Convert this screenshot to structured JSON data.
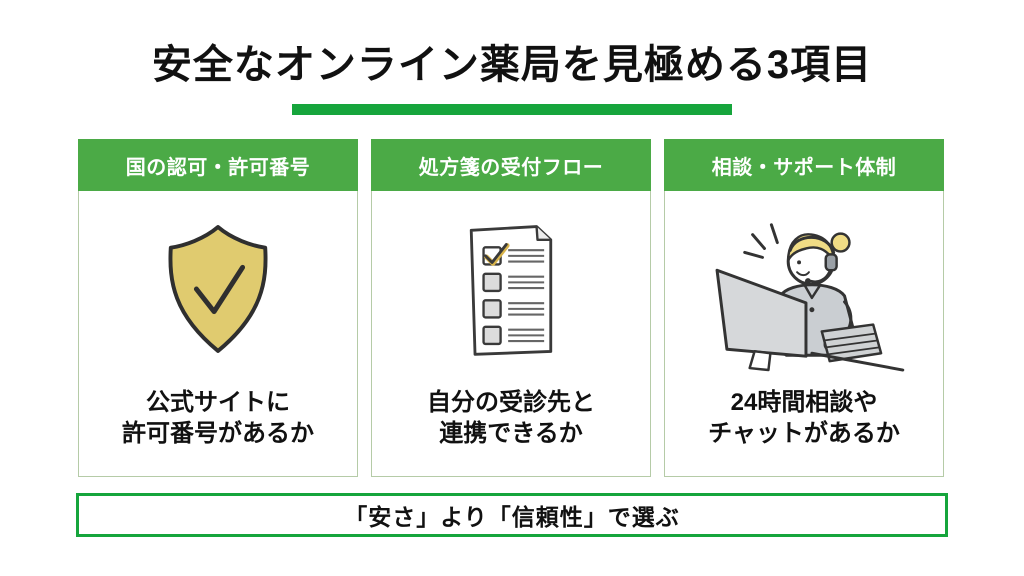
{
  "title": {
    "text": "安全なオンライン薬局を見極める3項目"
  },
  "colors": {
    "accent_green": "#16a53c",
    "header_green": "#4baa46",
    "card_border": "#b5cba7",
    "shield_gold": "#e0cb6f",
    "outline_dark": "#2f2f2f",
    "checkbox_gray": "#dcdcdc",
    "check_gold": "#d9b44a",
    "monitor_gray": "#d6d8da",
    "jacket_gray": "#caced2",
    "hair_gold": "#f0dc85"
  },
  "cards": [
    {
      "header": "国の認可・許可番号",
      "icon": "shield-check-icon",
      "line1": "公式サイトに",
      "line2": "許可番号があるか"
    },
    {
      "header": "処方箋の受付フロー",
      "icon": "checklist-document-icon",
      "line1": "自分の受診先と",
      "line2": "連携できるか"
    },
    {
      "header": "相談・サポート体制",
      "icon": "support-operator-icon",
      "line1": "24時間相談や",
      "line2": "チャットがあるか"
    }
  ],
  "footer": {
    "text": "「安さ」より「信頼性」で選ぶ"
  }
}
